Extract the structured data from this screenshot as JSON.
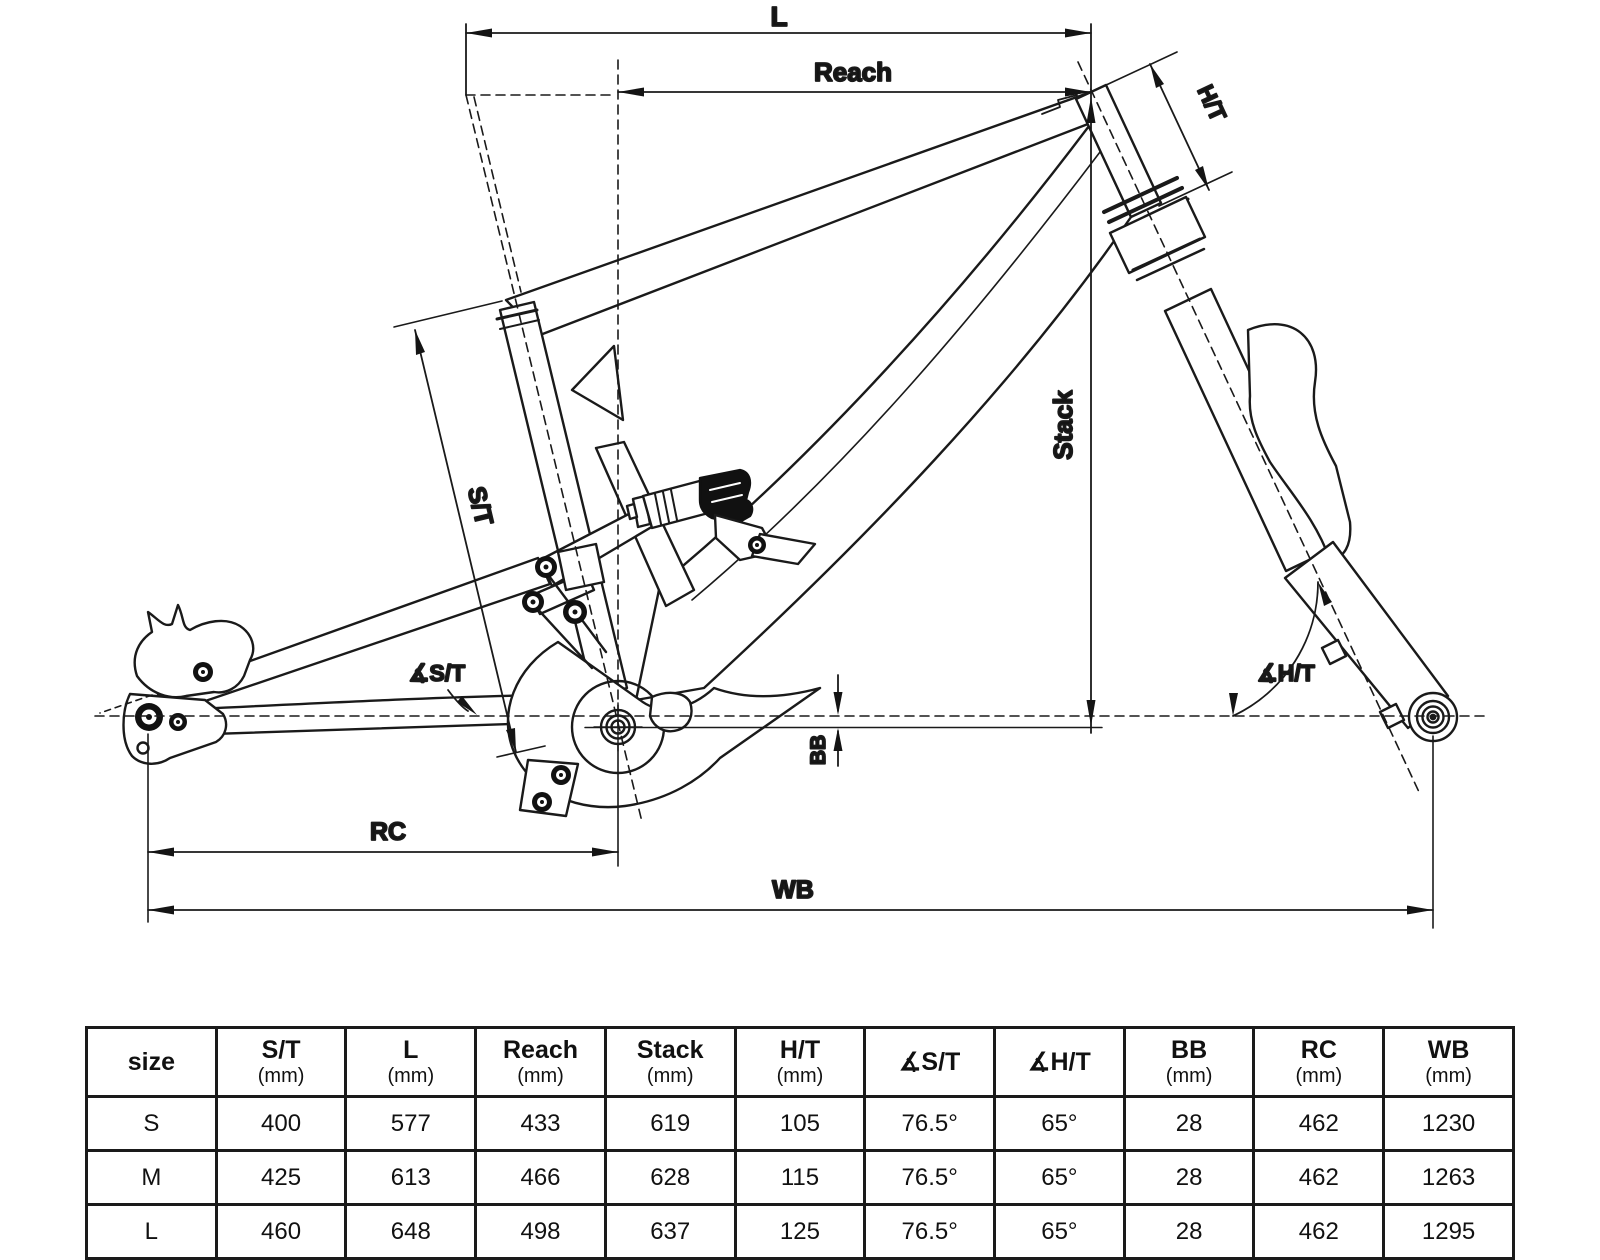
{
  "colors": {
    "line": "#1a1a1a",
    "background": "#ffffff"
  },
  "diagram": {
    "labels": {
      "l": "L",
      "reach": "Reach",
      "ht": "H/T",
      "stack": "Stack",
      "st": "S/T",
      "angle_st": "∡S/T",
      "angle_ht": "∡H/T",
      "bb": "BB",
      "rc": "RC",
      "wb": "WB"
    }
  },
  "table": {
    "columns": [
      {
        "label": "size",
        "unit": ""
      },
      {
        "label": "S/T",
        "unit": "(mm)"
      },
      {
        "label": "L",
        "unit": "(mm)"
      },
      {
        "label": "Reach",
        "unit": "(mm)"
      },
      {
        "label": "Stack",
        "unit": "(mm)"
      },
      {
        "label": "H/T",
        "unit": "(mm)"
      },
      {
        "label": "∡S/T",
        "unit": ""
      },
      {
        "label": "∡H/T",
        "unit": ""
      },
      {
        "label": "BB",
        "unit": "(mm)"
      },
      {
        "label": "RC",
        "unit": "(mm)"
      },
      {
        "label": "WB",
        "unit": "(mm)"
      }
    ],
    "rows": [
      {
        "size": "S",
        "values": [
          "400",
          "577",
          "433",
          "619",
          "105",
          "76.5°",
          "65°",
          "28",
          "462",
          "1230"
        ]
      },
      {
        "size": "M",
        "values": [
          "425",
          "613",
          "466",
          "628",
          "115",
          "76.5°",
          "65°",
          "28",
          "462",
          "1263"
        ]
      },
      {
        "size": "L",
        "values": [
          "460",
          "648",
          "498",
          "637",
          "125",
          "76.5°",
          "65°",
          "28",
          "462",
          "1295"
        ]
      }
    ]
  }
}
